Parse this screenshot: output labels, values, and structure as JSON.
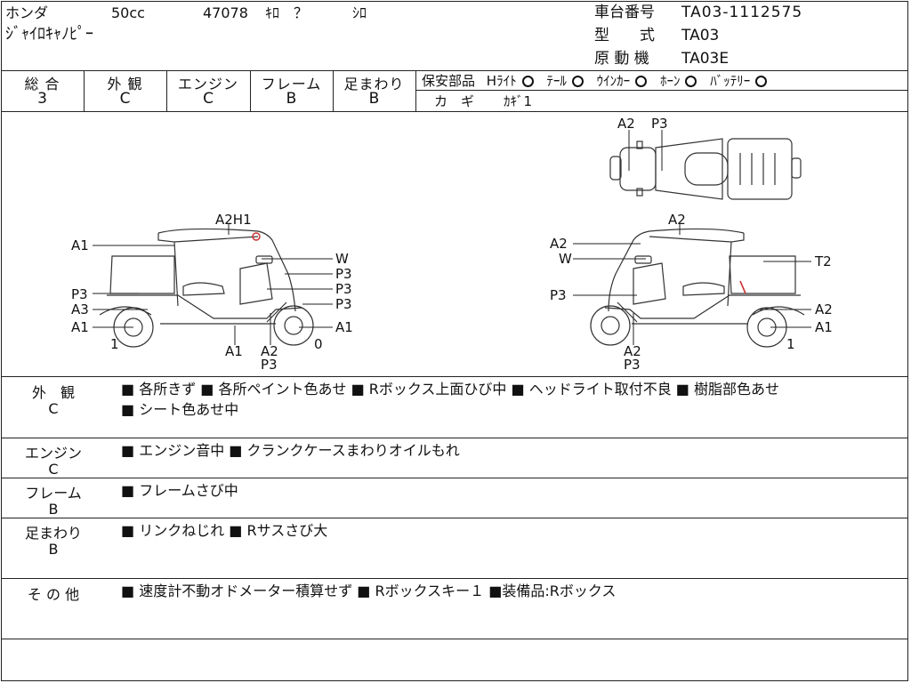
{
  "header": {
    "maker": "ホンダ",
    "displacement": "50cc",
    "mileage": "47078",
    "mileage_unit": "ｷﾛ",
    "mileage_flag": "？",
    "color": "ｼﾛ",
    "model_name": "ｼﾞｬｲﾛｷｬﾉﾋﾟｰ",
    "frame_no_label": "車台番号",
    "frame_no": "TA03-1112575",
    "type_label": "型　　式",
    "type_value": "TA03",
    "engine_label": "原 動 機",
    "engine_value": "TA03E"
  },
  "grades": [
    {
      "label": "総 合",
      "value": "3"
    },
    {
      "label": "外 観",
      "value": "C"
    },
    {
      "label": "エンジン",
      "value": "C"
    },
    {
      "label": "フレーム",
      "value": "B"
    },
    {
      "label": "足まわり",
      "value": "B"
    }
  ],
  "safety": {
    "label": "保安部品",
    "items": [
      "Hﾗｲﾄ",
      "ﾃｰﾙ",
      "ｳｲﾝｶｰ",
      "ﾎｰﾝ",
      "ﾊﾞｯﾃﾘｰ"
    ],
    "key_label": "カ　ギ",
    "key_value": "ｶｷﾞ1"
  },
  "diagram_labels": {
    "top": [
      "A2",
      "P3"
    ],
    "left": [
      "A2H1",
      "A1",
      "W",
      "P3",
      "P3",
      "P3",
      "A3",
      "P3",
      "A1",
      "1",
      "A1",
      "A2",
      "P3",
      "0",
      "A1"
    ],
    "right": [
      "A2",
      "A2",
      "W",
      "T2",
      "P3",
      "A2",
      "A1",
      "A2",
      "P3",
      "1"
    ]
  },
  "sections": [
    {
      "title": "外　観",
      "grade": "C",
      "lines": [
        "■ 各所きず ■ 各所ペイント色あせ ■ Rボックス上面ひび中 ■ ヘッドライト取付不良 ■ 樹脂部色あせ",
        "■ シート色あせ中"
      ]
    },
    {
      "title": "エンジン",
      "grade": "C",
      "lines": [
        "■ エンジン音中 ■ クランクケースまわりオイルもれ"
      ]
    },
    {
      "title": "フレーム",
      "grade": "B",
      "lines": [
        "■ フレームさび中"
      ]
    },
    {
      "title": "足まわり",
      "grade": "B",
      "lines": [
        "■ リンクねじれ ■ Rサスさび大"
      ]
    },
    {
      "title": "そ の 他",
      "grade": "",
      "lines": [
        "■ 速度計不動オドメーター積算せず ■ Rボックスキー１ ■装備品:Rボックス"
      ]
    }
  ]
}
